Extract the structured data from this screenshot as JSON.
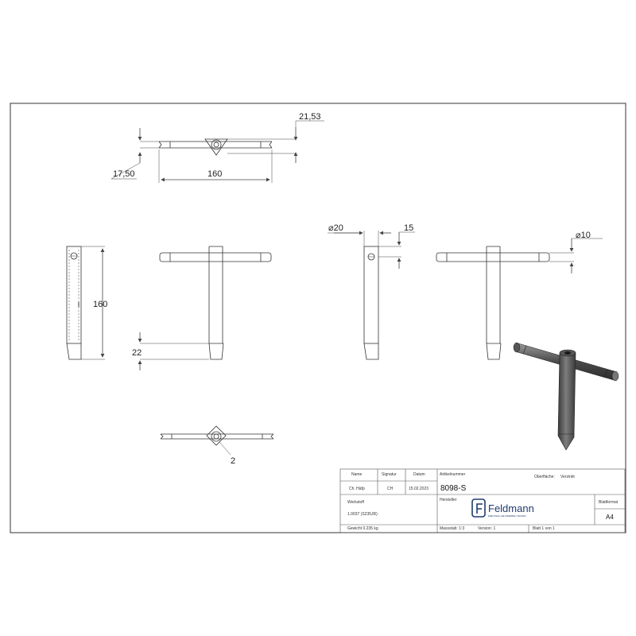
{
  "dimensions": {
    "top_width": "21,53",
    "top_offset": "17,50",
    "top_length": "160",
    "side_height": "160",
    "bottom_offset": "22",
    "diameter_large": "⌀20",
    "pin_offset": "15",
    "diameter_small": "⌀10",
    "detail_callout": "2"
  },
  "title_block": {
    "name_label": "Name",
    "signatur_label": "Signatur",
    "datum_label": "Datum",
    "artikelnummer_label": "Artikelnummer",
    "oberflaeche_label": "Oberfläche:",
    "oberflaeche_value": "Verzinkt",
    "name_value": "Ch. Häfp",
    "signatur_value": "CH",
    "datum_value": "15.02.2023",
    "article_number": "8098-S",
    "werkstoff_label": "Werkstoff",
    "werkstoff_value": "1.0037 (S235JR)",
    "hersteller_label": "Hersteller",
    "gewicht": "Gewicht 0.235 kg",
    "massstab": "Massstab: 1:3",
    "version": "Version: 1",
    "blatt": "Blatt 1 von 1",
    "blattformat_label": "Blattformat",
    "blattformat_value": "A4",
    "brand_name": "Feldmann",
    "brand_tagline": "EDELSTAHL-GELÄNDERBAU-TECHNIK"
  },
  "colors": {
    "line": "#333333",
    "dim_line": "#444444",
    "brand": "#1f3b6e",
    "render_dark": "#4a4a4a",
    "render_light": "#8c8c8c"
  }
}
